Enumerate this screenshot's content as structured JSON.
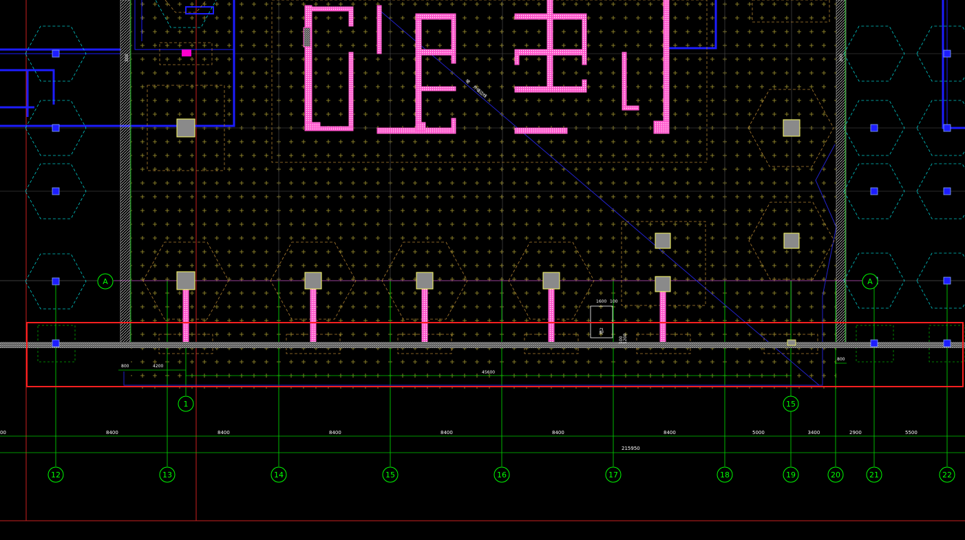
{
  "drawing": {
    "background": "#000000",
    "colors": {
      "axis": "#00ff00",
      "dim_text": "#ffffff",
      "beam_blue": "#1d1dff",
      "column_magenta": "#ff55cc",
      "hex_cyan": "#00cccc",
      "hex_orange": "#b08030",
      "cap_fill": "#8a8a8a",
      "cap_edge": "#ffff66",
      "selection_red": "#ff2020",
      "wall_hatch": "#d8d8d8",
      "red_ref": "#cc2020",
      "cross_yellow": "#a89a30"
    }
  },
  "axes": {
    "bottom_labels": [
      "12",
      "13",
      "14",
      "15",
      "16",
      "17",
      "18",
      "19",
      "20",
      "21",
      "22"
    ],
    "upper_labels": [
      "1",
      "15"
    ],
    "row_labels": [
      "A",
      "A"
    ]
  },
  "dimensions": {
    "first_row": [
      "8400",
      "8400",
      "8400",
      "8400",
      "8400",
      "8400",
      "5000",
      "3400",
      "2900",
      "5500"
    ],
    "left_partial": "00",
    "overall": "215950",
    "inner_span": "45600",
    "left_small_a": "800",
    "left_small_b": "4200",
    "right_small": "800",
    "box_a": "1600",
    "box_b": "100",
    "box_c": "1200",
    "wall_vert_left": "300",
    "wall_vert_right": "300"
  },
  "annotations": {
    "diag_text_1": "坡",
    "diag_text_2": "外墙边线"
  }
}
